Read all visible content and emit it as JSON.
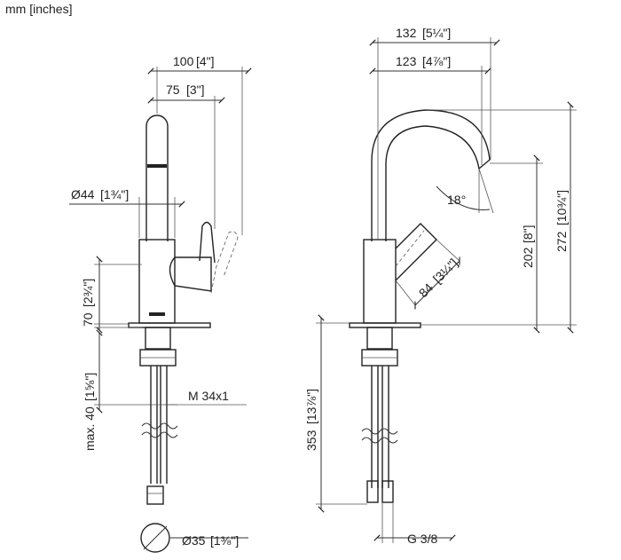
{
  "units_label": "mm [inches]",
  "front_view": {
    "width_100": "100",
    "width_100_in": "[4\"]",
    "width_75": "75",
    "width_75_in": "[3\"]",
    "dia_44": "Ø44",
    "dia_44_in": "[1¾\"]",
    "height_70": "70",
    "height_70_in": "[2¾\"]",
    "max_40": "max. 40",
    "max_40_in": "[1⅝\"]",
    "thread_label": "M 34x1",
    "dia_35": "Ø35",
    "dia_35_in": "[1⅜\"]"
  },
  "side_view": {
    "width_132": "132",
    "width_132_in": "[5¼\"]",
    "width_123": "123",
    "width_123_in": "[4⅞\"]",
    "angle_18": "18°",
    "dim_84": "84",
    "dim_84_in": "[3¼\"]",
    "height_202": "202",
    "height_202_in": "[8\"]",
    "height_272": "272",
    "height_272_in": "[10¾\"]",
    "height_353": "353",
    "height_353_in": "[13⅞\"]",
    "hose_thread": "G 3/8"
  }
}
